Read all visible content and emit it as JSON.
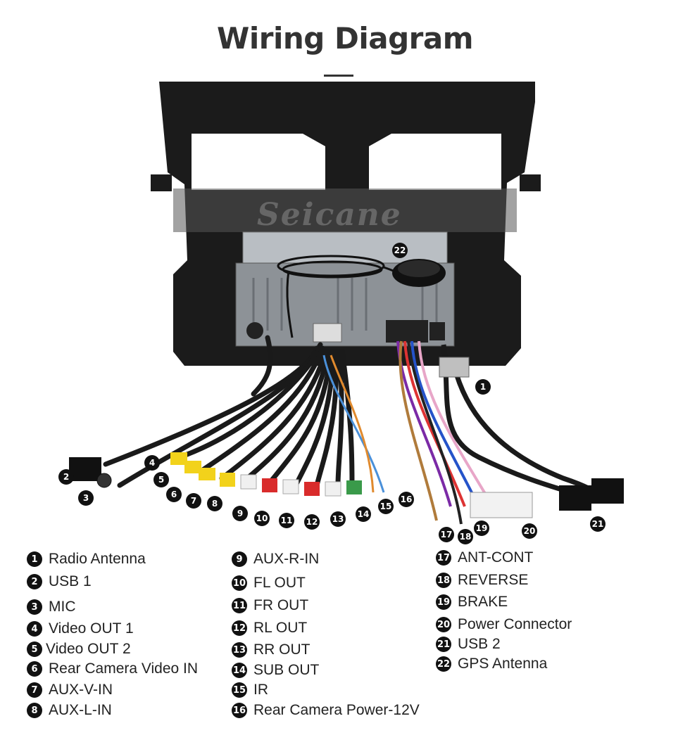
{
  "title": "Wiring Diagram",
  "watermark": "Seicane",
  "legend": [
    {
      "num": "1",
      "label": "Radio Antenna"
    },
    {
      "num": "2",
      "label": "USB 1"
    },
    {
      "num": "3",
      "label": "MIC"
    },
    {
      "num": "4",
      "label": "Video OUT 1"
    },
    {
      "num": "5",
      "label": "Video OUT 2"
    },
    {
      "num": "6",
      "label": "Rear Camera Video IN"
    },
    {
      "num": "7",
      "label": "AUX-V-IN"
    },
    {
      "num": "8",
      "label": "AUX-L-IN"
    },
    {
      "num": "9",
      "label": "AUX-R-IN"
    },
    {
      "num": "10",
      "label": "FL OUT"
    },
    {
      "num": "11",
      "label": "FR OUT"
    },
    {
      "num": "12",
      "label": "RL OUT"
    },
    {
      "num": "13",
      "label": "RR OUT"
    },
    {
      "num": "14",
      "label": "SUB OUT"
    },
    {
      "num": "15",
      "label": "IR"
    },
    {
      "num": "16",
      "label": "Rear Camera Power-12V"
    },
    {
      "num": "17",
      "label": "ANT-CONT"
    },
    {
      "num": "18",
      "label": "REVERSE"
    },
    {
      "num": "19",
      "label": "BRAKE"
    },
    {
      "num": "20",
      "label": "Power Connector"
    },
    {
      "num": "21",
      "label": "USB 2"
    },
    {
      "num": "22",
      "label": "GPS Antenna"
    }
  ],
  "colors": {
    "frame": "#1b1b1b",
    "unit": "#a9aeb3",
    "cable": "#1a1a1a",
    "rca_yellow": "#f2d21b",
    "rca_red": "#d92b2b",
    "rca_white": "#f0f0f0",
    "rca_green": "#3a9a4a"
  }
}
